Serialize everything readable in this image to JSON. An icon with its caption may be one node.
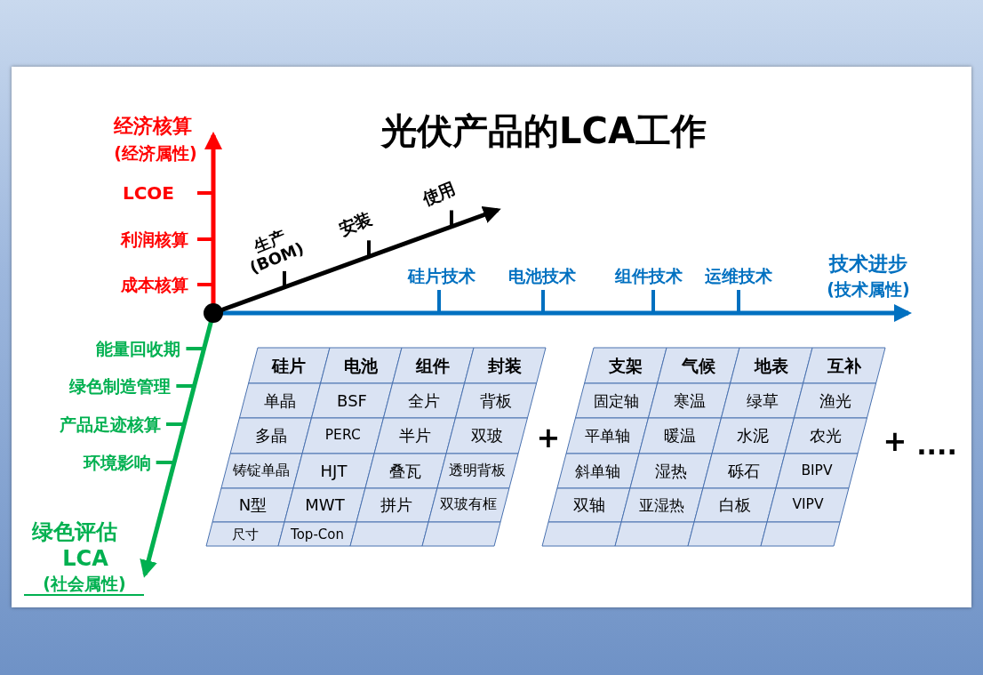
{
  "diagram": {
    "title": "光伏产品的LCA工作",
    "labels": [
      "经济核算",
      "(经济属性)",
      "LCOE",
      "利润核算",
      "成本核算",
      "生产 (BOM)",
      "安装",
      "使用",
      "硅片技术",
      "电池技术",
      "组件技术",
      "运维技术",
      "技术进步",
      "(技术属性)",
      "能量回收期",
      "绿色制造管理",
      "产品足迹核算",
      "环境影响",
      "绿色评估",
      "LCA",
      "(社会属性)",
      "硅片",
      "电池",
      "组件",
      "封装",
      "单晶",
      "BSF",
      "全片",
      "背板",
      "多晶",
      "PERC",
      "半片",
      "双玻",
      "铸锭单晶",
      "HJT",
      "叠瓦",
      "透明背板",
      "N型",
      "MWT",
      "拼片",
      "双玻有框",
      "尺寸",
      "Top-Con",
      "+",
      "支架",
      "气候",
      "地表",
      "互补",
      "固定轴",
      "寒温",
      "绿草",
      "渔光",
      "平单轴",
      "暖温",
      "水泥",
      "农光",
      "斜单轴",
      "湿热",
      "砾石",
      "BIPV",
      "双轴",
      "亚湿热",
      "白板",
      "VIPV",
      "+",
      "...."
    ]
  }
}
